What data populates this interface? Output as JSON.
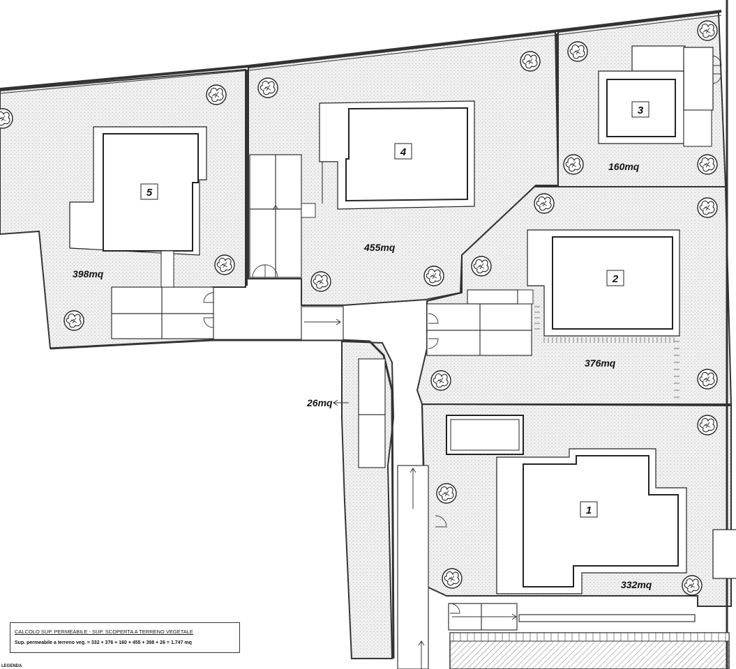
{
  "buildings": [
    {
      "id": "b1",
      "label": "1"
    },
    {
      "id": "b2",
      "label": "2"
    },
    {
      "id": "b3",
      "label": "3"
    },
    {
      "id": "b4",
      "label": "4"
    },
    {
      "id": "b5",
      "label": "5"
    }
  ],
  "areas": {
    "a332": "332mq",
    "a376": "376mq",
    "a160": "160mq",
    "a455": "455mq",
    "a398": "398mq",
    "a26": "26mq"
  },
  "calc": {
    "title": "CALCOLO SUP. PERMEABILE - SUP. SCOPERTA A TERRENO VEGETALE",
    "formula": "Sup. permeabile a terreno veg. = 332 + 376 + 160 + 455 + 398 + 26  = 1.747 mq"
  },
  "legend": "LEGENDA"
}
